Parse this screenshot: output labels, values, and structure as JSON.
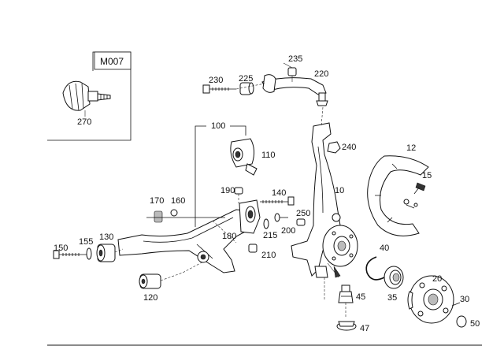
{
  "inset": {
    "code": "M007",
    "part": "270"
  },
  "labels": {
    "p10": "10",
    "p12": "12",
    "p15": "15",
    "p20": "20",
    "p30": "30",
    "p35": "35",
    "p40": "40",
    "p45": "45",
    "p47": "47",
    "p50": "50",
    "p100": "100",
    "p110": "110",
    "p120": "120",
    "p130": "130",
    "p140": "140",
    "p150": "150",
    "p155": "155",
    "p160": "160",
    "p170": "170",
    "p180": "180",
    "p190": "190",
    "p200": "200",
    "p210": "210",
    "p215": "215",
    "p220": "220",
    "p225": "225",
    "p230": "230",
    "p235": "235",
    "p240": "240",
    "p250": "250"
  }
}
